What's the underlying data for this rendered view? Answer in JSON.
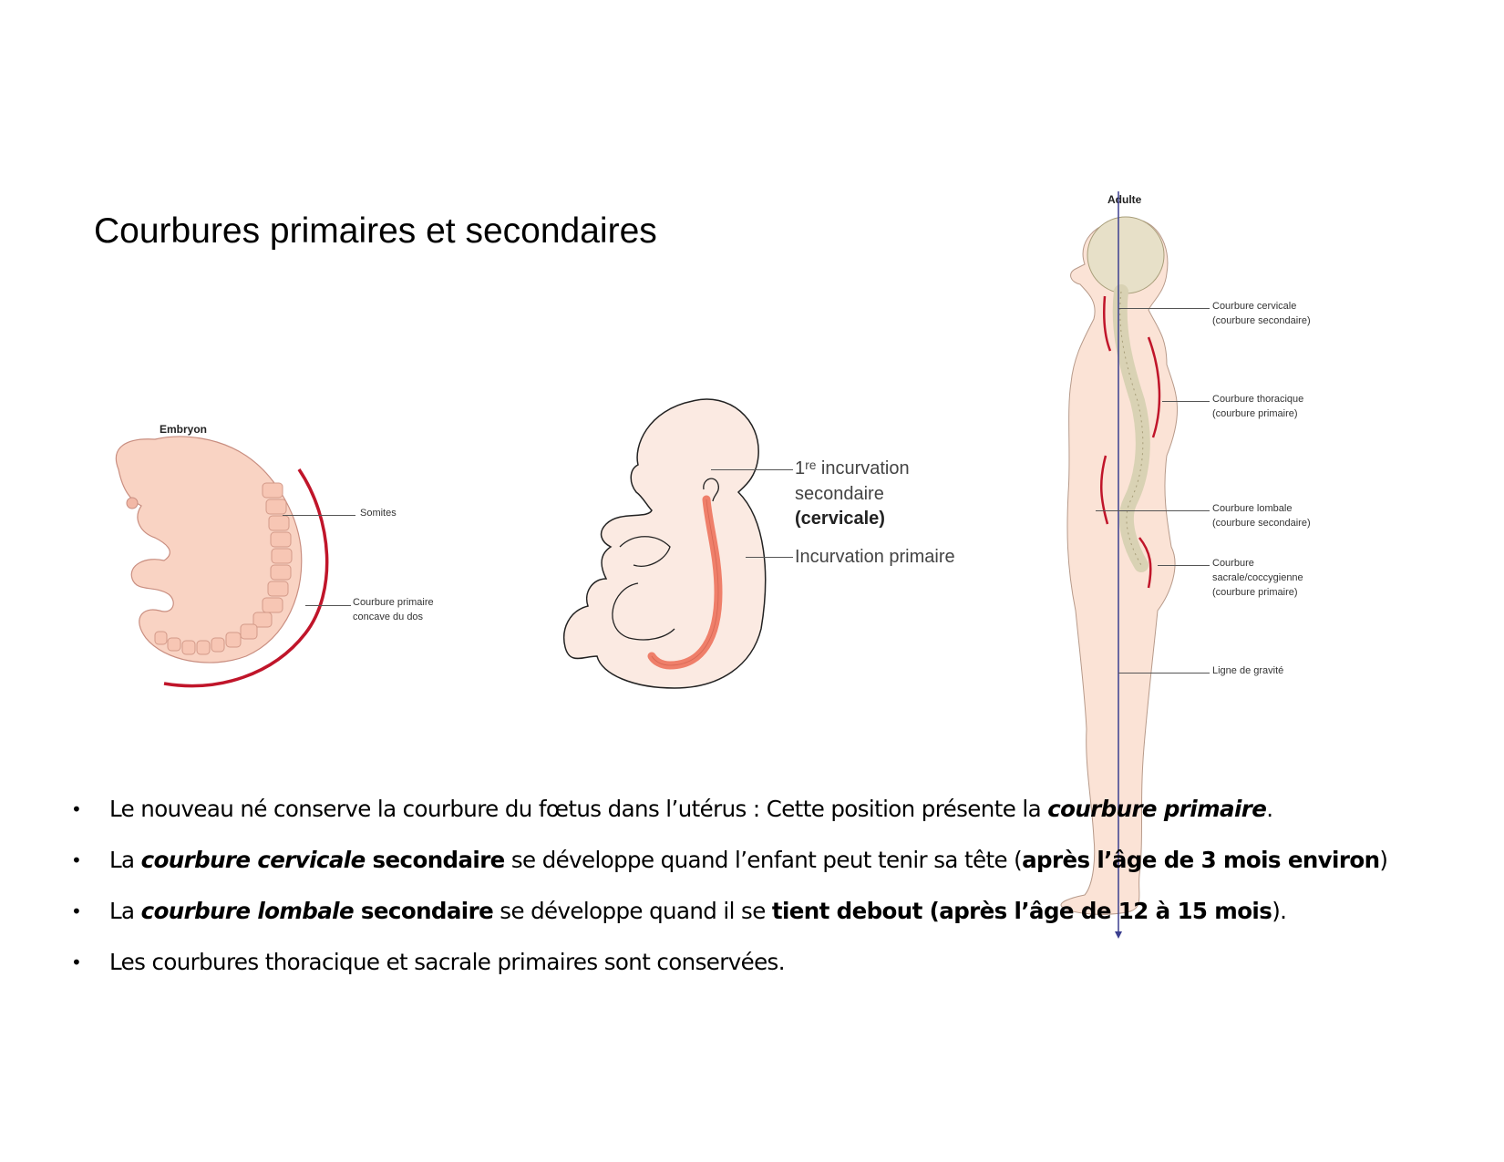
{
  "slide": {
    "title": "Courbures primaires et secondaires"
  },
  "figures": {
    "embryo": {
      "title": "Embryon",
      "labels": {
        "somites": "Somites",
        "primary_curve_line1": "Courbure primaire",
        "primary_curve_line2": "concave du dos"
      }
    },
    "fetus": {
      "labels": {
        "secondary_line1": "1ʳᵉ incurvation",
        "secondary_line2": "secondaire",
        "secondary_line3": "(cervicale)",
        "primary": "Incurvation primaire"
      }
    },
    "adult": {
      "title": "Adulte",
      "labels": {
        "cervical_line1": "Courbure cervicale",
        "cervical_line2": "(courbure secondaire)",
        "thoracic_line1": "Courbure thoracique",
        "thoracic_line2": "(courbure primaire)",
        "lumbar_line1": "Courbure lombale",
        "lumbar_line2": "(courbure secondaire)",
        "sacral_line1": "Courbure",
        "sacral_line2": "sacrale/coccygienne",
        "sacral_line3": "(courbure primaire)",
        "gravity": "Ligne de gravité"
      }
    }
  },
  "bullets": [
    {
      "parts": {
        "t1": "Le nouveau né conserve la courbure du fœtus dans l’utérus : Cette position présente la ",
        "t2": "courbure primaire",
        "t3": "."
      }
    },
    {
      "parts": {
        "t1": "La ",
        "t2": "courbure cervicale",
        "t3": " secondaire",
        "t4": " se développe quand l’enfant peut tenir sa tête (",
        "t5": "après l’âge de 3 mois environ",
        "t6": ")"
      }
    },
    {
      "parts": {
        "t1": "La ",
        "t2": "courbure lombale",
        "t3": " secondaire",
        "t4": " se développe quand il se ",
        "t5": "tient debout (après l’âge de 12 à 15 mois",
        "t6": ")."
      }
    },
    {
      "parts": {
        "t1": "Les courbures thoracique et sacrale primaires sont conservées."
      }
    }
  ],
  "bullet_symbol": "•",
  "colors": {
    "skin": "#f9d9cc",
    "skin_dark": "#f2b8a6",
    "curve_red": "#c0152a",
    "spine_fetus": "#ef7f6a",
    "gravity_line": "#3b3f8f",
    "bone": "#d9d2b4"
  }
}
